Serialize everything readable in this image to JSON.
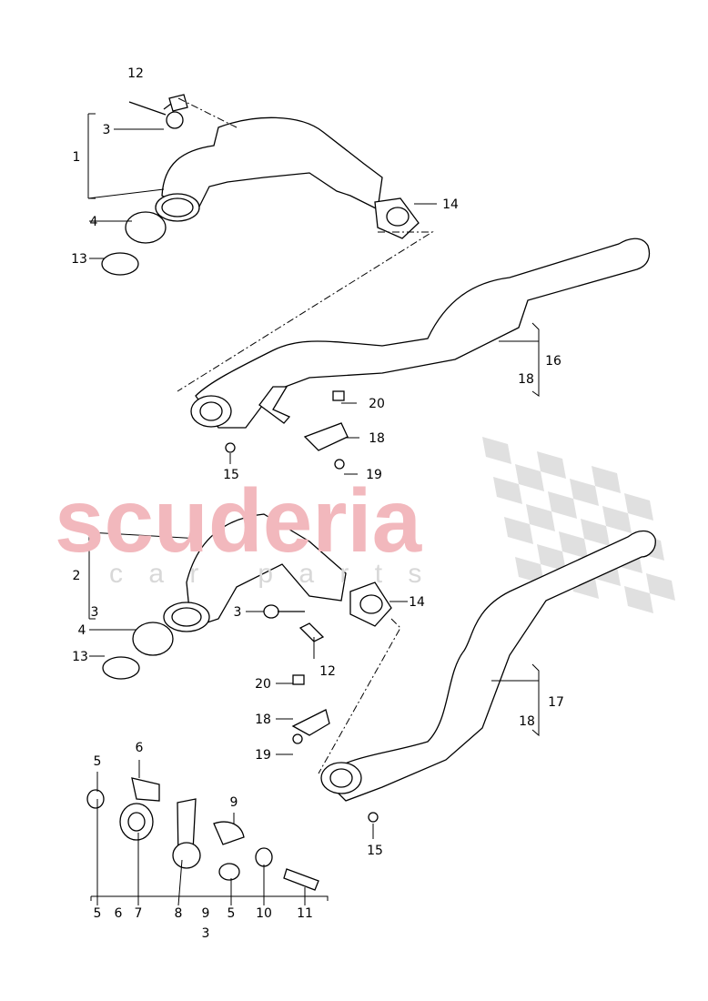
{
  "watermark": {
    "brand": "scuderia",
    "sub": "c a r   p a r t s",
    "brand_color": "#f2b8bd",
    "sub_color": "#d8d8d8"
  },
  "callouts": [
    "12",
    "3",
    "1",
    "4",
    "13",
    "14",
    "16",
    "18",
    "20",
    "18",
    "15",
    "19",
    "2",
    "3",
    "4",
    "13",
    "3",
    "14",
    "12",
    "20",
    "18",
    "19",
    "17",
    "18",
    "15",
    "5",
    "6",
    "9",
    "5",
    "6",
    "7",
    "8",
    "9",
    "5",
    "10",
    "11",
    "3"
  ]
}
